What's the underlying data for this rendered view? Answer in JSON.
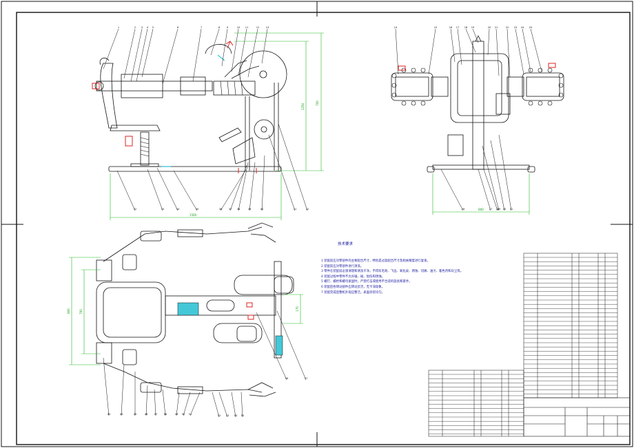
{
  "drawing": {
    "notes_title": "技术要求",
    "notes": [
      "1 装配前应对零部件的主要配合尺寸，特别是过盈配合尺寸及相关精度进行复查。",
      "2 装配前应对零部件进行清洗。",
      "3 零件在装配前必须清理和清洗干净，不得有毛刺、飞边、氧化皮、锈蚀、切屑、油污、着色剂和灰尘等。",
      "4 装配过程中零件不允许磕、碰、划伤和锈蚀。",
      "5 螺钉、螺栓和螺母紧固时，严禁打击或使用不合适的旋具和扳手。",
      "6 装配后各转动部件应转动灵活，无卡滞现象。",
      "7 装配完成后整机外观应整洁，表面涂装均匀。"
    ],
    "dims": {
      "front_height_a": "700",
      "front_height_b": "1250",
      "base_width": "1500",
      "side_width": "800",
      "plan_width_a": "800",
      "plan_width_b": "700",
      "plan_small": "175"
    },
    "balloons_front": [
      "1",
      "2",
      "3",
      "4",
      "5",
      "6",
      "7",
      "8",
      "9",
      "10",
      "11",
      "12",
      "13"
    ],
    "balloons_front_bottom": [
      "32",
      "33",
      "34",
      "35",
      "36",
      "37",
      "38",
      "39",
      "40",
      "41",
      "42"
    ],
    "balloons_side": [
      "14",
      "15",
      "16",
      "17",
      "18",
      "19",
      "20",
      "21",
      "22",
      "23",
      "24",
      "25"
    ],
    "balloons_side_bottom": [
      "26",
      "27",
      "28",
      "29",
      "30",
      "31"
    ],
    "balloons_plan": [
      "43",
      "44",
      "45",
      "46",
      "47",
      "48",
      "49",
      "50",
      "51",
      "52",
      "53",
      "54",
      "55",
      "56",
      "57"
    ]
  },
  "colors": {
    "outline": "#111111",
    "dimension": "#22bb22",
    "highlight_red": "#dd2222",
    "highlight_cyan": "#44c8d8",
    "note_text": "#1a1aa0"
  }
}
